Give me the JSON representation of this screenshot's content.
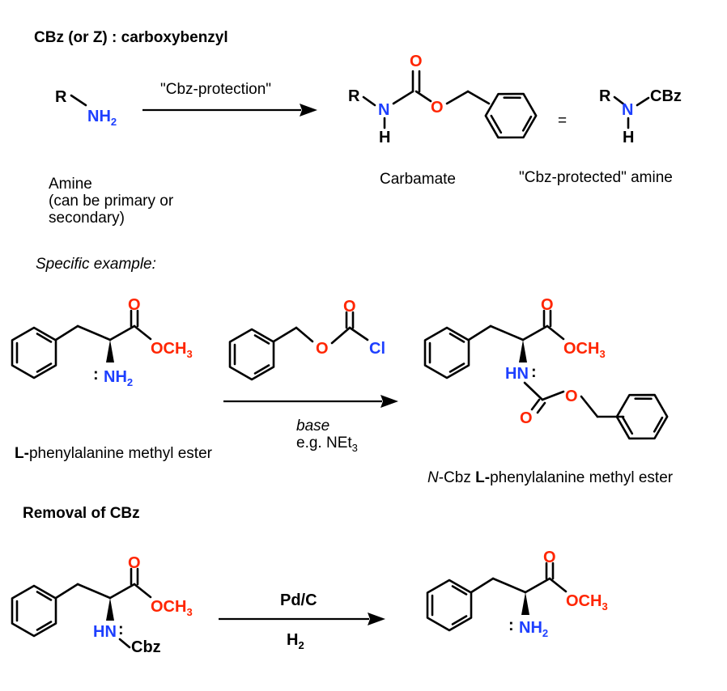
{
  "colors": {
    "nitrogen": "#1d3fff",
    "oxygen": "#ff2500",
    "bond": "#000000"
  },
  "headings": {
    "cbz": "CBz (or Z) : carboxybenzyl",
    "specific": "Specific example:",
    "removal": "Removal of CBz"
  },
  "atoms": {
    "R": "R",
    "N": "N",
    "H": "H",
    "O": "O",
    "NH": "NH",
    "NH_sub": "2",
    "OCH": "OCH",
    "CH_sub": "3",
    "Cl": "Cl",
    "HN": "HN",
    "CBz": "CBz",
    "Cbz": "Cbz",
    "lone_pair": ":",
    "equals": "="
  },
  "reaction1": {
    "reagent": "\"Cbz-protection\"",
    "amine_lines": [
      "Amine",
      "(can be primary or",
      "secondary)"
    ],
    "carbamate": "Carbamate",
    "protected": "\"Cbz-protected\" amine"
  },
  "reaction2": {
    "start_prefix": "L-",
    "start_rest": "phenylalanine methyl ester",
    "conditions_italic": "base",
    "conditions_eg": "e.g. NEt",
    "conditions_sub": "3",
    "product_n": "N",
    "product_mid": "-Cbz ",
    "product_l": "L-",
    "product_rest": "phenylalanine methyl ester"
  },
  "reaction3": {
    "catalyst": "Pd/C",
    "reagent_base": "H",
    "reagent_sub": "2"
  }
}
